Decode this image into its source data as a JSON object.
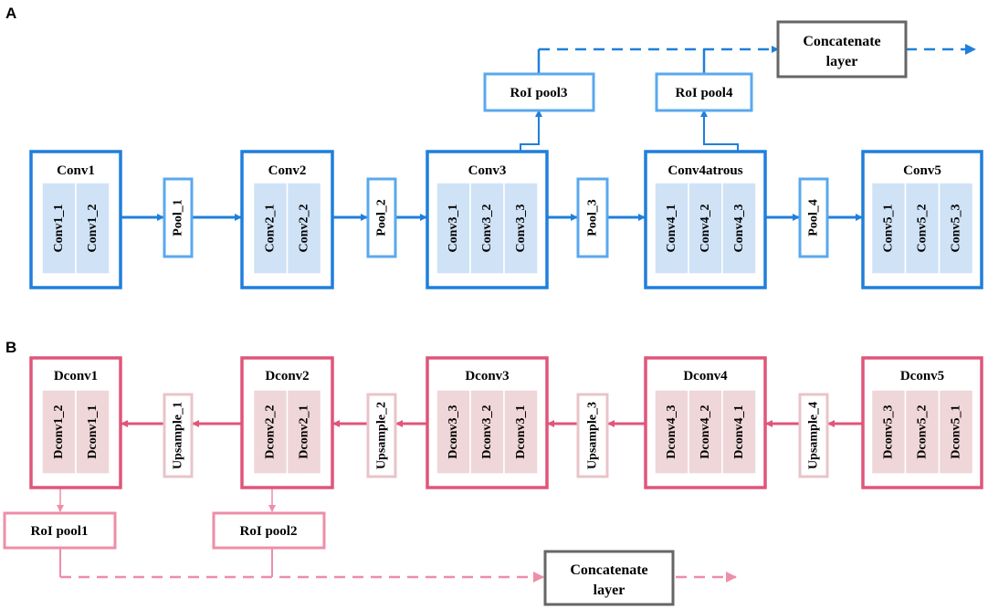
{
  "panels": [
    {
      "label": "A",
      "colors": {
        "block": "#1f7fdc",
        "pool": "#5aa8ee",
        "inner": "#cfe2f6",
        "arrow": "#1f7fdc"
      },
      "blocks": [
        {
          "title": "Conv1",
          "layers": [
            "Conv1_1",
            "Conv1_2"
          ]
        },
        {
          "title": "Conv2",
          "layers": [
            "Conv2_1",
            "Conv2_2"
          ]
        },
        {
          "title": "Conv3",
          "layers": [
            "Conv3_1",
            "Conv3_2",
            "Conv3_3"
          ]
        },
        {
          "title": "Conv4atrous",
          "layers": [
            "Conv4_1",
            "Conv4_2",
            "Conv4_3"
          ]
        },
        {
          "title": "Conv5",
          "layers": [
            "Conv5_1",
            "Conv5_2",
            "Conv5_3"
          ]
        }
      ],
      "connectors": [
        "Pool_1",
        "Pool_2",
        "Pool_3",
        "Pool_4"
      ],
      "roi_pools": [
        "RoI pool3",
        "RoI pool4"
      ],
      "concat": [
        "Concatenate",
        "layer"
      ]
    },
    {
      "label": "B",
      "colors": {
        "block": "#e0557a",
        "pool": "#e8c4c8",
        "inner": "#efd6d8",
        "arrow": "#e0557a",
        "roi": "#ee8ea8"
      },
      "blocks": [
        {
          "title": "Dconv1",
          "layers": [
            "Dconv1_2",
            "Dconv1_1"
          ]
        },
        {
          "title": "Dconv2",
          "layers": [
            "Dconv2_2",
            "Dconv2_1"
          ]
        },
        {
          "title": "Dconv3",
          "layers": [
            "Dconv3_3",
            "Dconv3_2",
            "Dconv3_1"
          ]
        },
        {
          "title": "Dconv4",
          "layers": [
            "Dconv4_3",
            "Dconv4_2",
            "Dconv4_1"
          ]
        },
        {
          "title": "Dconv5",
          "layers": [
            "Dconv5_3",
            "Dconv5_2",
            "Dconv5_1"
          ]
        }
      ],
      "connectors": [
        "Upsample_1",
        "Upsample_2",
        "Upsample_3",
        "Upsample_4"
      ],
      "roi_pools": [
        "RoI pool1",
        "RoI pool2"
      ],
      "concat": [
        "Concatenate",
        "layer"
      ]
    }
  ],
  "concat_border_color": "#666666"
}
